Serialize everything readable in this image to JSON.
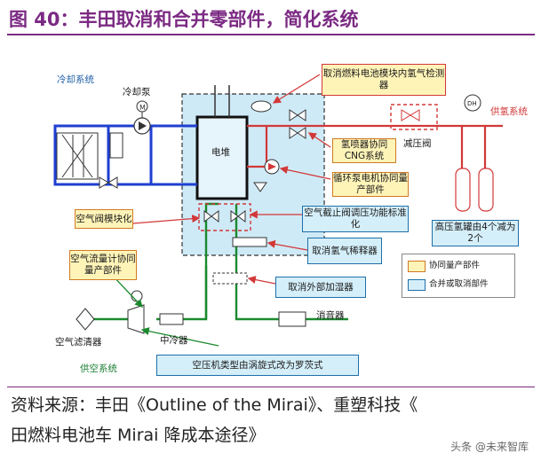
{
  "title": "图 40：丰田取消和合并零部件，简化系统",
  "labels": {
    "cooling_system": "冷却系统",
    "cooling_pump": "冷却泵",
    "stack": "电堆",
    "hydrogen_supply": "供氢系统",
    "pressure_valve": "减压阀",
    "air_supply": "供空系统",
    "air_filter": "空气滤清器",
    "intercooler": "中冷器",
    "silencer": "消音器",
    "dh_symbol": "DH"
  },
  "boxes": {
    "remove_sensor": "取消燃料电池模块内氢气检测器",
    "injector": "氢喷器协同CNG系统",
    "pump_motor": "循环泵电机协同量产部件",
    "tank": "高压氢罐由4个减为2个",
    "air_valve_module": "空气阀模块化",
    "air_cutoff": "空气截止阀调压功能标准化",
    "remove_diluter": "取消氢气稀释器",
    "flowmeter": "空气流量计协同量产部件",
    "remove_humidifier": "取消外部加湿器",
    "compressor": "空压机类型由涡旋式改为罗茨式"
  },
  "legend": {
    "yellow": "协同量产部件",
    "blue": "合并或取消部件"
  },
  "colors": {
    "title": "#7b2a83",
    "coolant": "#1f3fd0",
    "hydrogen": "#d23838",
    "air": "#1b8a2e",
    "module_bg": "#cfeaf7"
  },
  "source_line1": "资料来源：丰田《Outline of the Mirai》、重塑科技《",
  "source_line2": "田燃料电池车 Mirai 降成本途径》",
  "watermark": "头条 @未来智库"
}
